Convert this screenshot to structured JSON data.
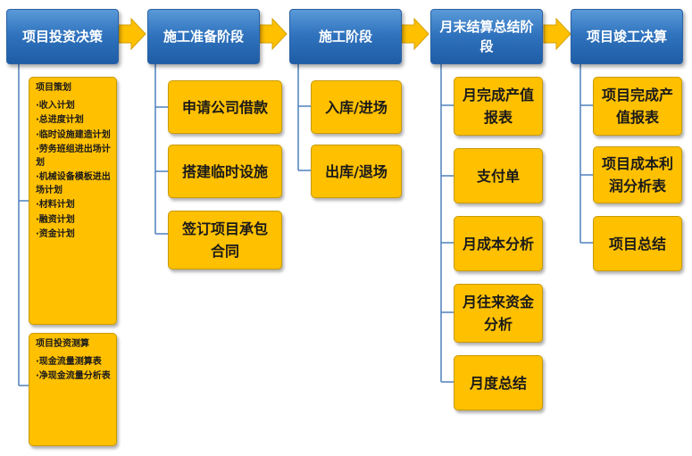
{
  "columns": [
    {
      "header": "项目投资决策",
      "lists": [
        {
          "title": "项目策划",
          "items": [
            "·收入计划",
            "·总进度计划",
            "·临时设施建造计划",
            "·劳务班组进出场计划",
            "·机械设备模板进出场计划",
            "·材料计划",
            "·融资计划",
            "·资金计划"
          ]
        },
        {
          "title": "项目投资测算",
          "items": [
            "·现金流量测算表",
            "·净现金流量分析表"
          ]
        }
      ]
    },
    {
      "header": "施工准备阶段",
      "items": [
        "申请公司借款",
        "搭建临时设施",
        "签订项目承包合同"
      ]
    },
    {
      "header": "施工阶段",
      "items": [
        "入库/进场",
        "出库/退场"
      ]
    },
    {
      "header": "月末结算总结阶段",
      "items": [
        "月完成产值报表",
        "支付单",
        "月成本分析",
        "月往来资金分析",
        "月度总结"
      ]
    },
    {
      "header": "项目竣工决算",
      "items": [
        "项目完成产值报表",
        "项目成本利润分析表",
        "项目总结"
      ]
    }
  ],
  "colors": {
    "header_fill": "#2f72bd",
    "box_fill": "#ffc000",
    "arrow_fill": "#ffc000",
    "connector": "#4f81bd"
  }
}
